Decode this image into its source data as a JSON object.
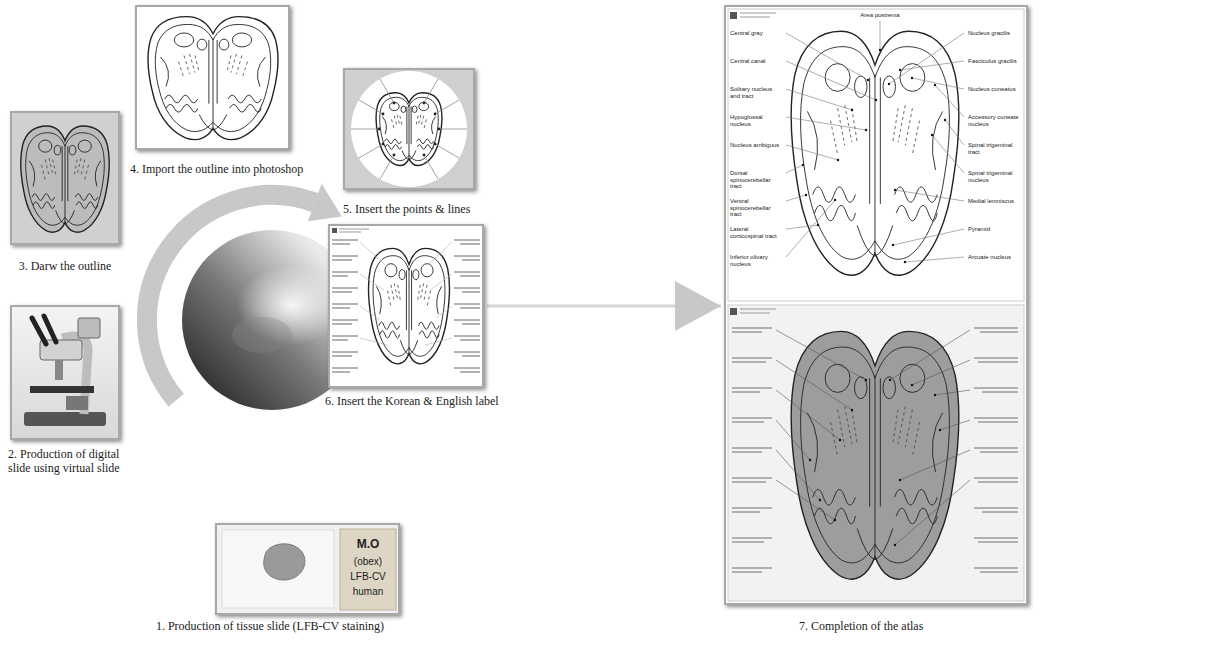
{
  "diagram": {
    "nodes": [
      {
        "text": [
          "1. Production of tissue slide (LFB-CV staining)"
        ]
      },
      {
        "text": [
          "2. Production of digital slide using virtual slide"
        ]
      },
      {
        "text": [
          "3. Darw the outline"
        ]
      },
      {
        "text": [
          "4. Import the outline into photoshop"
        ]
      },
      {
        "text": [
          "5. Insert the points & lines"
        ]
      },
      {
        "text": [
          "6. Insert the Korean & English label"
        ]
      },
      {
        "text": [
          "7. Completion of the atlas"
        ]
      }
    ],
    "edges": [
      {
        "from": 5,
        "to": 6,
        "arrow": "to"
      }
    ],
    "labels": [
      "M.O",
      "(obex)",
      "LFB-CV",
      "human",
      "Area postrema",
      "Central gray",
      "Central canal",
      "Solitary nucleus and tract",
      "Hypoglossal nucleus",
      "Nucleus ambiguus",
      "Dorsal spinocerebellar tract",
      "Ventral spinocerebellar tract",
      "Lateral corticospinal tract",
      "Inferior olivary nucleus",
      "Nucleus gracilis",
      "Fasciculus gracilis",
      "Nucleus cuneatus",
      "Accessory cuneate nucleus",
      "Spinal trigeminal tract",
      "Spinal trigeminal nucleus",
      "Medial lemniscus",
      "Pyramid",
      "Arcuate nucleus"
    ]
  }
}
